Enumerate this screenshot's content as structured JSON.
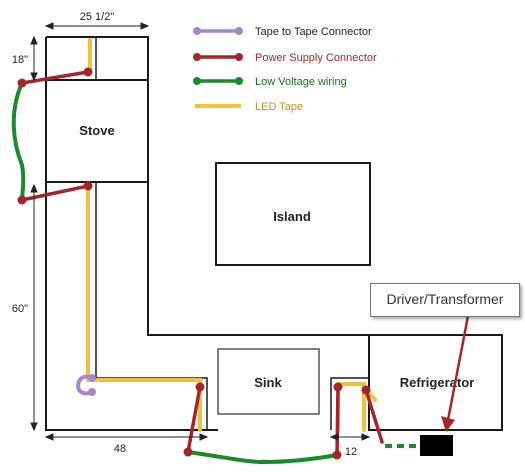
{
  "legend": {
    "items": [
      {
        "label": "Tape to Tape Connector",
        "color": "#a385d0"
      },
      {
        "label": "Power Supply Connector",
        "color": "#a3262a"
      },
      {
        "label": "Low Voltage wiring",
        "color": "#1a8a2a"
      },
      {
        "label": "LED Tape",
        "color": "#f0c040"
      }
    ]
  },
  "rooms": {
    "stove": "Stove",
    "island": "Island",
    "sink": "Sink",
    "refrigerator": "Refrigerator"
  },
  "dimensions": {
    "top_width": "25 1/2\"",
    "left_top": "18\"",
    "left_side": "60\"",
    "bottom_left": "48",
    "bottom_right": "12"
  },
  "callout": {
    "label": "Driver/Transformer"
  },
  "colors": {
    "outline": "#1a1a1a",
    "led_tape": "#f0c040",
    "power_connector": "#a3262a",
    "low_voltage": "#1a8a2a",
    "tape_connector": "#a385d0",
    "callout_arrow": "#a3262a",
    "driver_box": "#000000"
  }
}
